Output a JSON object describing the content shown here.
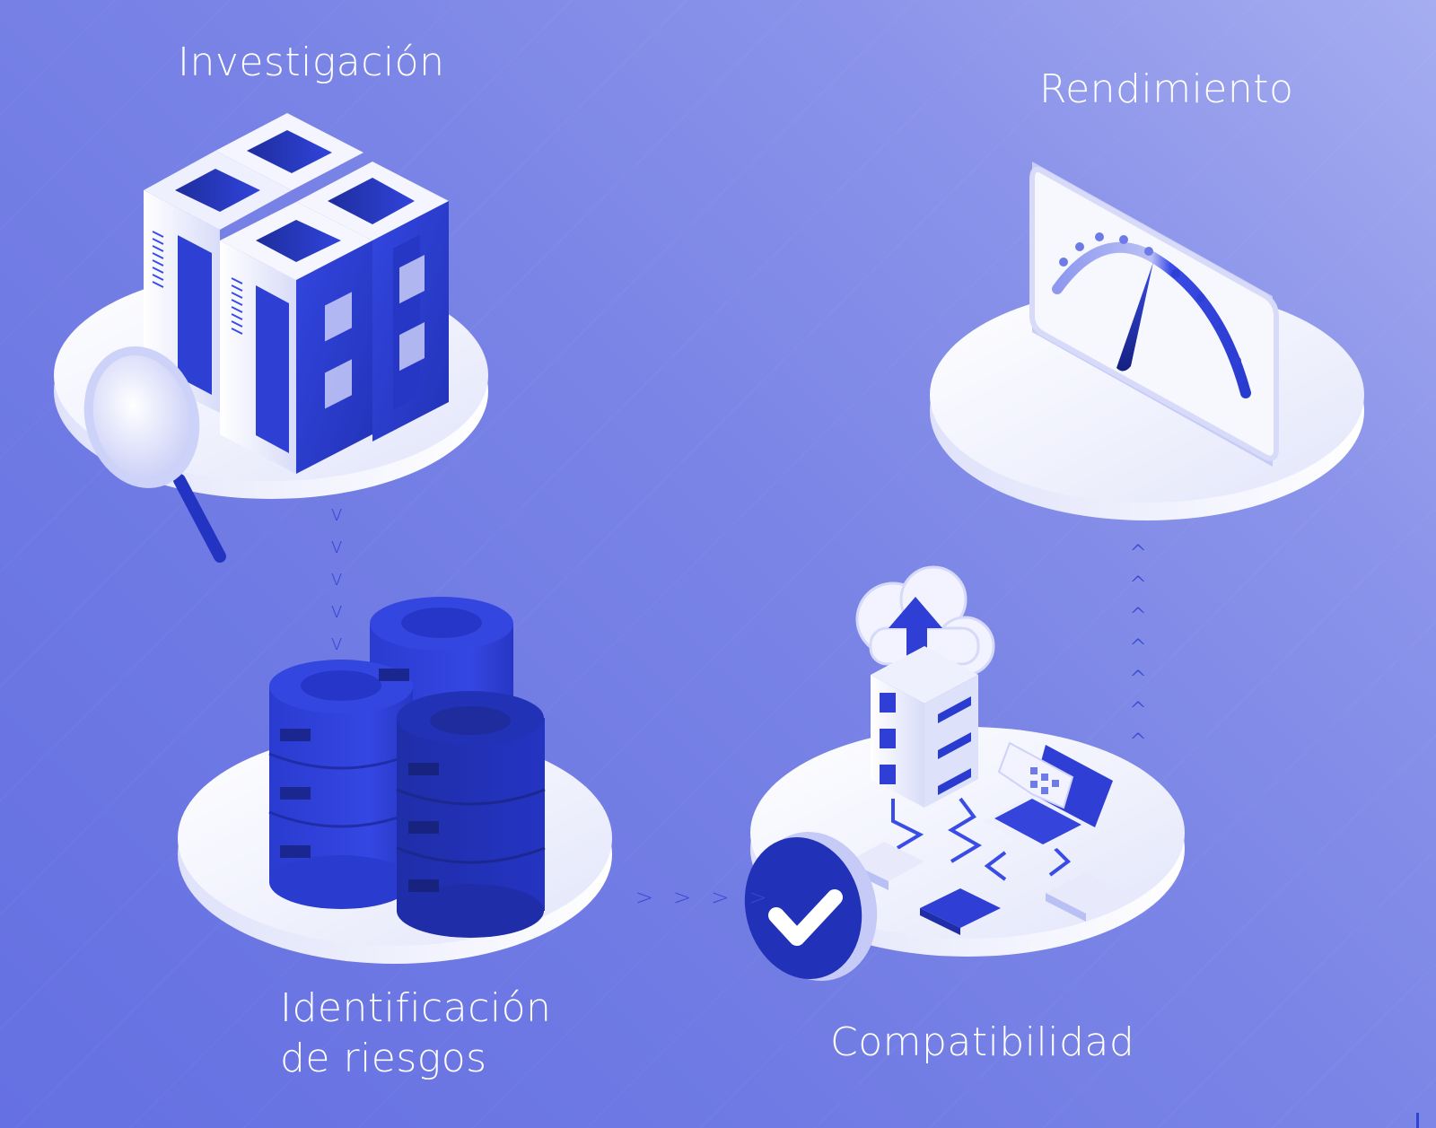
{
  "diagram": {
    "type": "isometric process flow",
    "steps": [
      {
        "id": "investigacion",
        "label": "Investigación",
        "icon": "server-rack-with-magnifier"
      },
      {
        "id": "identificacion",
        "label_line1": "Identificación",
        "label_line2": "de riesgos",
        "icon": "database-stack"
      },
      {
        "id": "compatibilidad",
        "label": "Compatibilidad",
        "icon": "network-cloud-laptop-check"
      },
      {
        "id": "rendimiento",
        "label": "Rendimiento",
        "icon": "speedometer-gauge"
      }
    ],
    "connectors": [
      {
        "from": "investigacion",
        "to": "identificacion",
        "glyph": "v",
        "count": 5,
        "direction": "down"
      },
      {
        "from": "identificacion",
        "to": "compatibilidad",
        "glyph": ">",
        "count": 4,
        "direction": "right"
      },
      {
        "from": "compatibilidad",
        "to": "rendimiento",
        "glyph": "^",
        "count": 7,
        "direction": "up"
      }
    ]
  },
  "colors": {
    "background_start": "#6570e2",
    "background_end": "#a6adf0",
    "accent_blue": "#2f3fd6",
    "dark_blue": "#1f2ea8",
    "platform_white": "#f4f5fd",
    "label_text": "#ffffff",
    "arrow_color": "#3a49d6"
  }
}
